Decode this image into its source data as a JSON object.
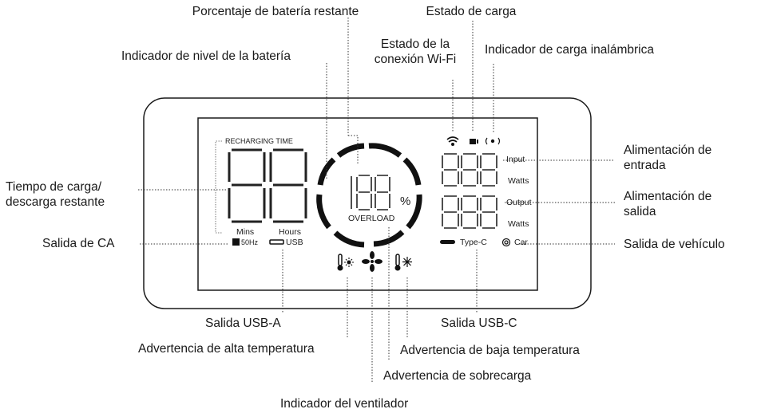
{
  "callouts": {
    "battery_percentage": "Porcentaje de batería restante",
    "charging_status": "Estado de carga",
    "battery_level": "Indicador de nivel de la batería",
    "wifi_status": "Estado de la\nconexión Wi-Fi",
    "wireless_charging": "Indicador de carga inalámbrica",
    "recharge_time": "Tiempo de carga/\ndescarga restante",
    "ac_output": "Salida de CA",
    "input_power": "Alimentación de\nentrada",
    "output_power": "Alimentación de\nsalida",
    "car_output": "Salida de vehículo",
    "usb_a_output": "Salida USB-A",
    "usb_c_output": "Salida USB-C",
    "high_temp_warning": "Advertencia de alta temperatura",
    "low_temp_warning": "Advertencia de baja temperatura",
    "overload_warning": "Advertencia de sobrecarga",
    "fan_indicator": "Indicador del ventilador"
  },
  "display": {
    "recharging_time": "RECHARGING TIME",
    "mins": "Mins",
    "hours": "Hours",
    "hz": "50Hz",
    "usb": "USB",
    "percent_sign": "%",
    "overload": "OVERLOAD",
    "input": "Input",
    "output": "Output",
    "watts_in": "Watts",
    "watts_out": "Watts",
    "type_c": "Type-C",
    "car": "Car"
  },
  "colors": {
    "line": "#1a1a1a",
    "segment": "#222222"
  }
}
